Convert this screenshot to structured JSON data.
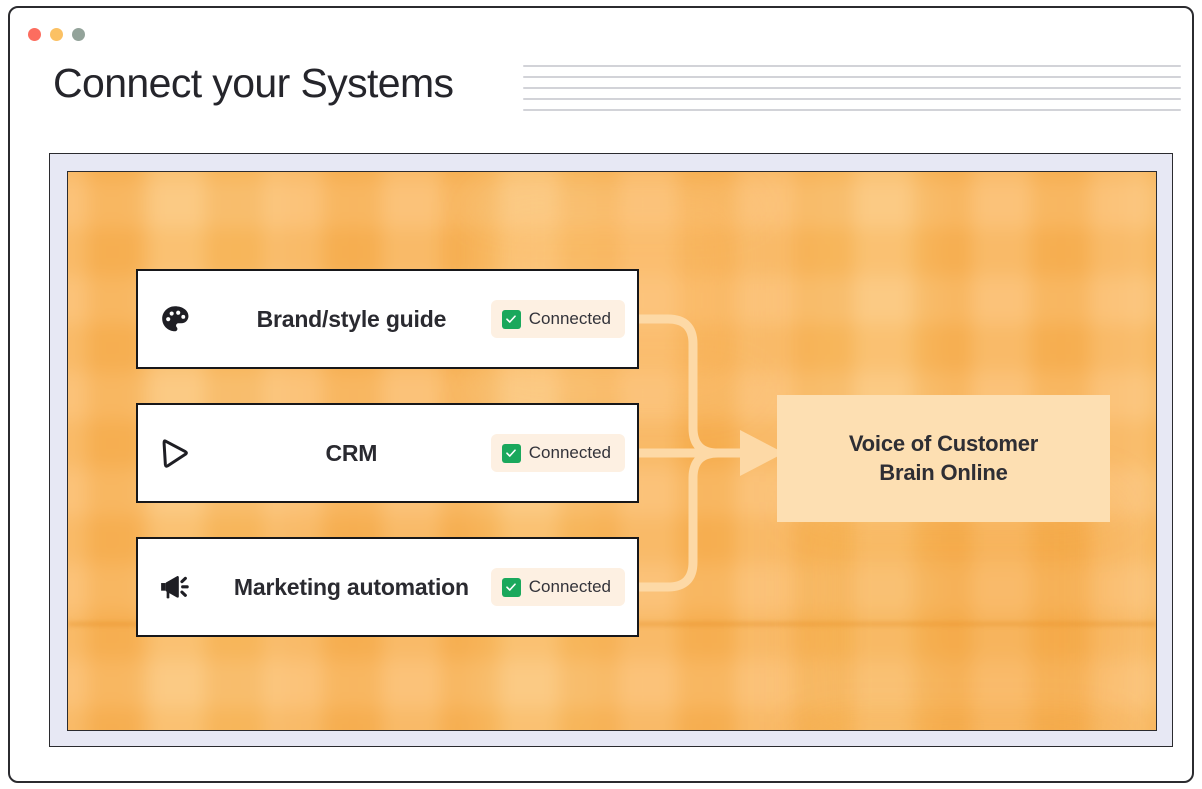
{
  "window": {
    "controls": [
      {
        "name": "close",
        "color": "#fc6d5f"
      },
      {
        "name": "minimize",
        "color": "#fbc164"
      },
      {
        "name": "maximize",
        "color": "#93a39a"
      }
    ]
  },
  "header": {
    "title": "Connect your Systems",
    "placeholder_lines": 5
  },
  "diagram": {
    "frame_border_color": "#2b2b2f",
    "frame_band_color": "#e7e8f4",
    "canvas_color": "#f9b45a",
    "connector_color": "#fdd9a6",
    "systems": [
      {
        "id": "brand",
        "icon": "palette-icon",
        "label": "Brand/style guide",
        "status": "Connected",
        "status_color": "#1aa85c",
        "badge_bg": "#fdf0e2"
      },
      {
        "id": "crm",
        "icon": "cursor-arrow-icon",
        "label": "CRM",
        "status": "Connected",
        "status_color": "#1aa85c",
        "badge_bg": "#fdf0e2"
      },
      {
        "id": "marketing",
        "icon": "megaphone-icon",
        "label": "Marketing automation",
        "status": "Connected",
        "status_color": "#1aa85c",
        "badge_bg": "#fdf0e2"
      }
    ],
    "destination": {
      "line1": "Voice of Customer",
      "line2": "Brain Online",
      "bg_color": "#fddfb2"
    }
  }
}
